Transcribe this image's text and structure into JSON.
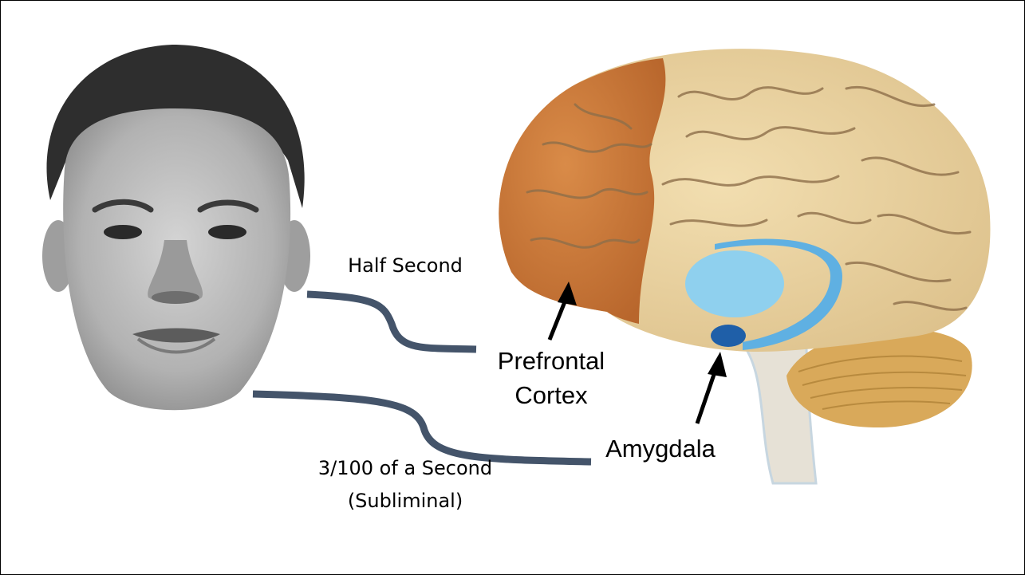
{
  "labels": {
    "half_second": "Half Second",
    "subliminal_line1": "3/100 of a Second",
    "subliminal_line2": "(Subliminal)",
    "prefrontal_line1": "Prefrontal",
    "prefrontal_line2": "Cortex",
    "amygdala": "Amygdala"
  },
  "colors": {
    "connector": "#44546a",
    "prefrontal": "#cc7a3a",
    "cerebrum": "#ead3a0",
    "cerebellum": "#d9a95a",
    "limbic": "#8fd0ee",
    "amygdala": "#1f5fa8",
    "arrow": "#000000"
  },
  "image": {
    "face": "greyscale-male-face-photo",
    "brain": "sagittal-brain-illustration"
  }
}
